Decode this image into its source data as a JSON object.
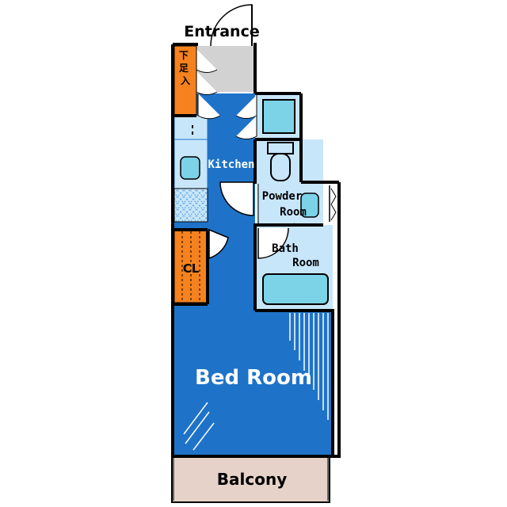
{
  "labels": {
    "entrance": "Entrance",
    "shoe_box": "下足入",
    "kitchen": "Kitchen",
    "powder_room_line1": "Powder",
    "powder_room_line2": "Room",
    "bath_room_line1": "Bath",
    "bath_room_line2": "Room",
    "closet": "CL",
    "bed_room": "Bed Room",
    "balcony": "Balcony"
  },
  "colors": {
    "bed_room": "#1e73c8",
    "wet_area": "#c8e6fa",
    "fixture": "#7cd2e6",
    "storage": "#f5821e",
    "entrance_floor": "#d2d2d2",
    "balcony": "#e6d2c8",
    "wall": "#000000"
  }
}
